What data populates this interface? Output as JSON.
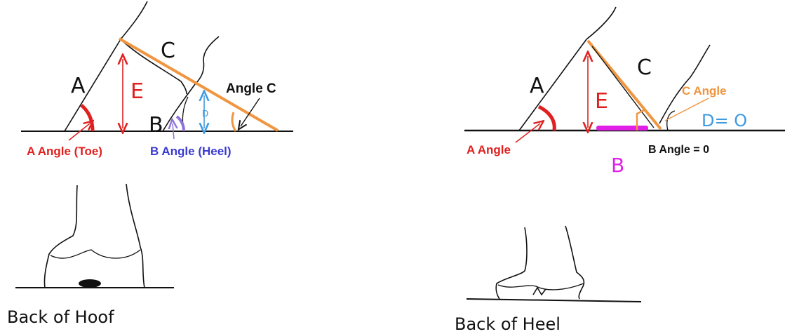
{
  "colors": {
    "ink": "#111111",
    "red": "#e0201f",
    "orange": "#f09540",
    "blue": "#3f9ae0",
    "purple": "#8f72d8",
    "magenta": "#e020e6",
    "darkblue": "#3a3ad0"
  },
  "left": {
    "letters": {
      "a": "A",
      "b": "B",
      "c": "C",
      "d": "D",
      "e": "E"
    },
    "labels": {
      "angle_c": "Angle C",
      "a_angle": "A Angle (Toe)",
      "b_angle": "B Angle (Heel)"
    },
    "caption": "Back of Hoof"
  },
  "right": {
    "letters": {
      "a": "A",
      "b": "B",
      "c": "C",
      "e": "E"
    },
    "labels": {
      "c_angle": "C Angle",
      "d_zero": "D= O",
      "a_angle": "A Angle",
      "b_angle_zero": "B Angle = 0"
    },
    "caption": "Back of Heel"
  }
}
